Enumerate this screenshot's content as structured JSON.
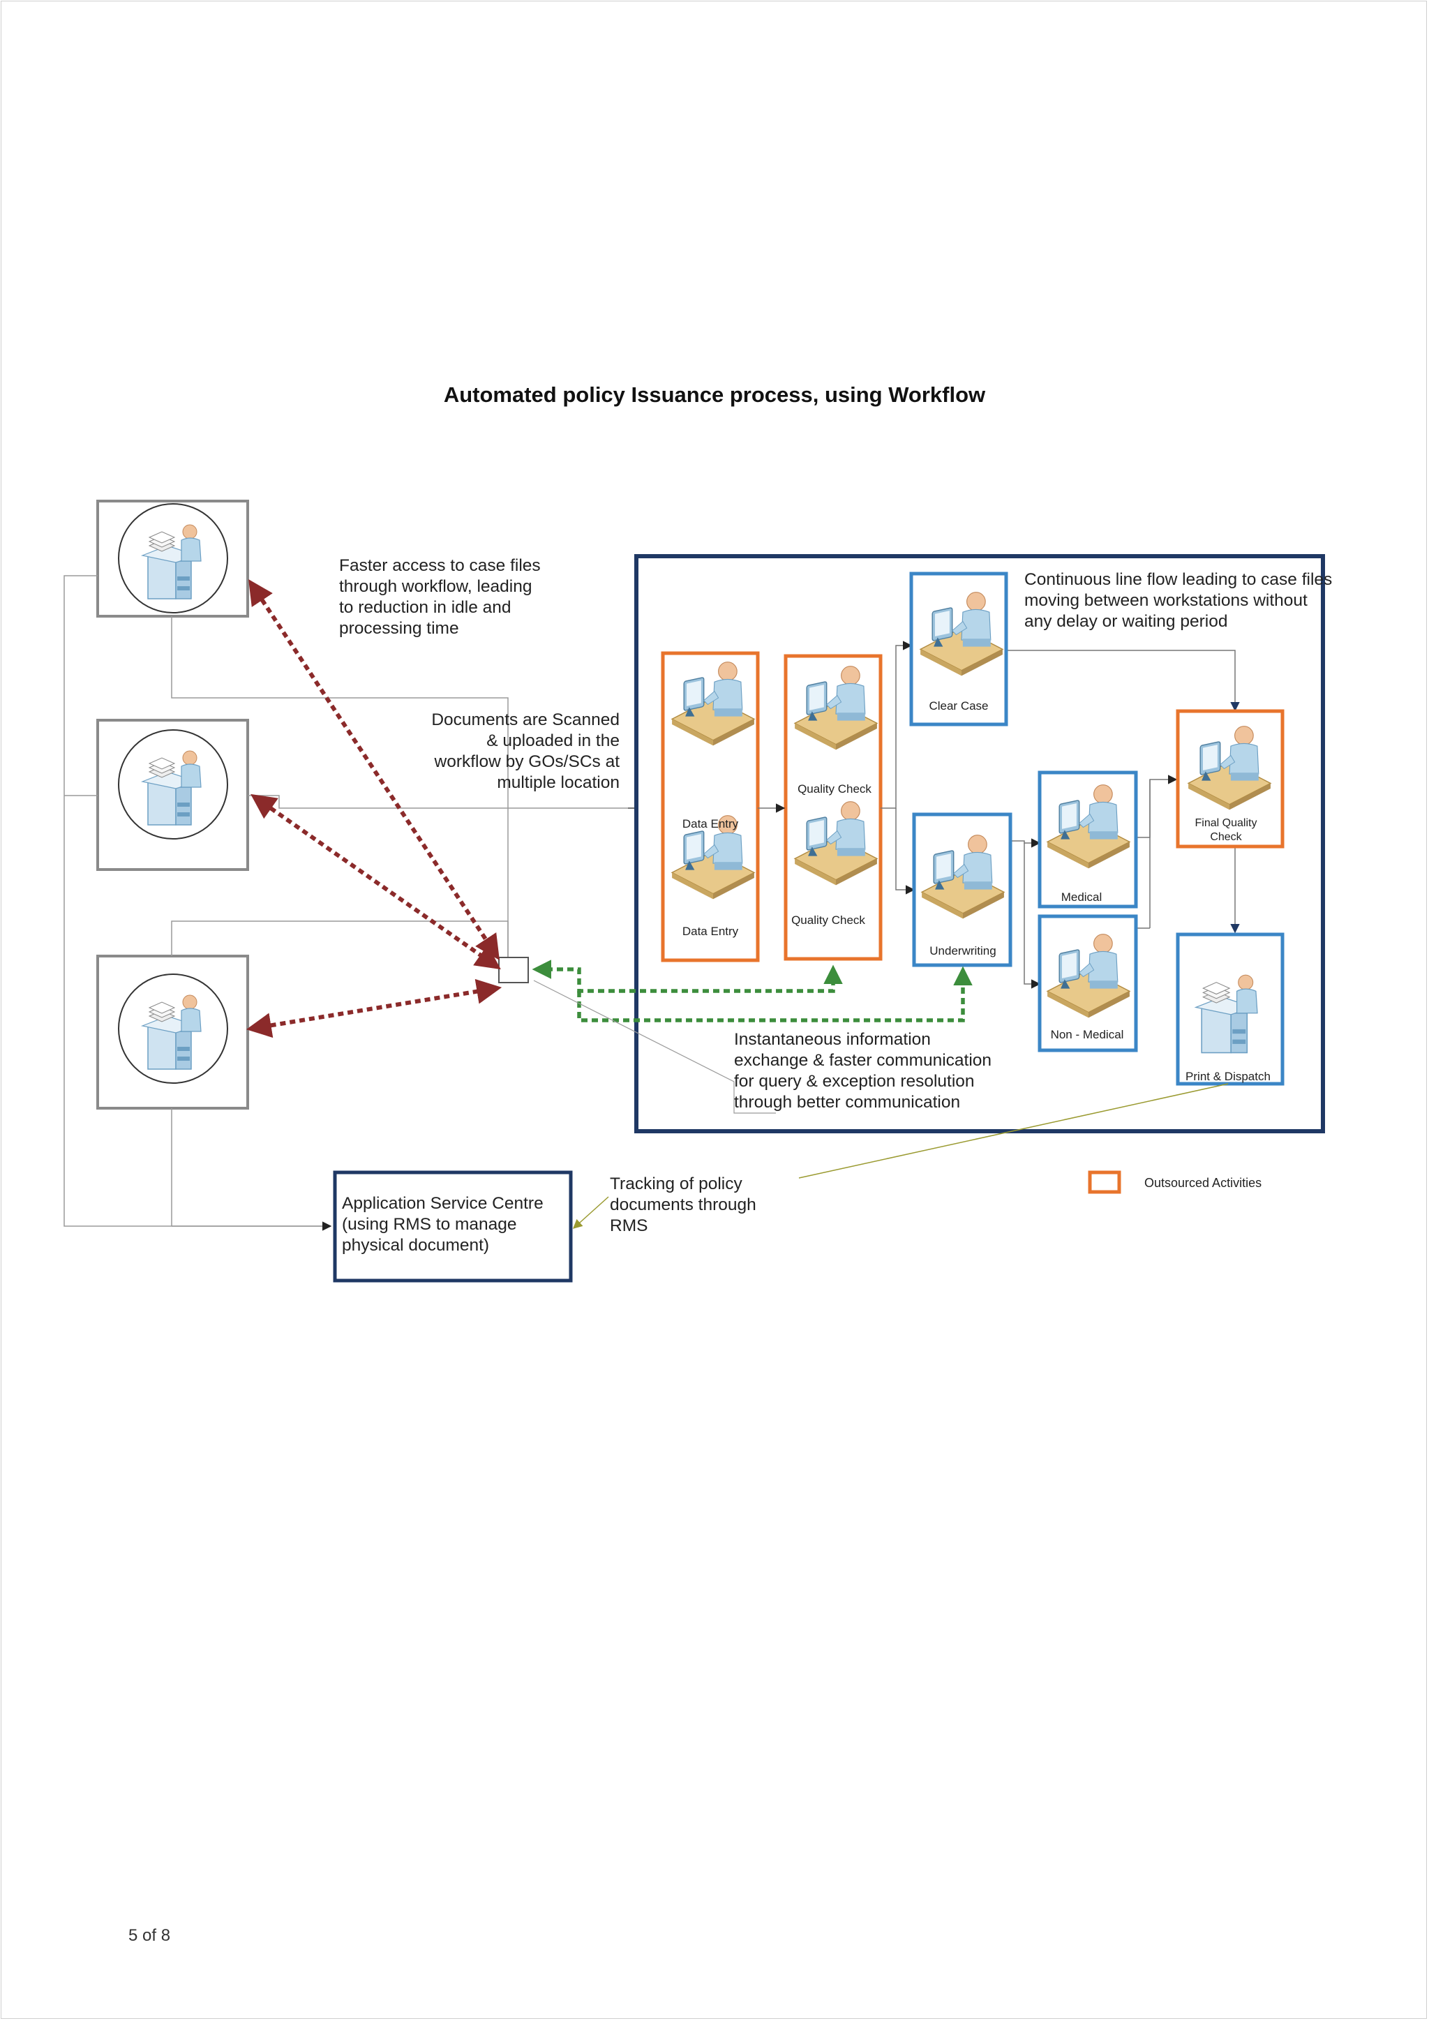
{
  "page": {
    "title": "Automated policy Issuance process, using Workflow",
    "page_number": "5 of 8"
  },
  "annotations": {
    "faster_access": [
      "Faster access to case files",
      "through workflow, leading",
      "to reduction in idle and",
      "processing time"
    ],
    "documents_scanned": [
      "Documents are Scanned",
      "& uploaded in the",
      "workflow by GOs/SCs at",
      "multiple location"
    ],
    "continuous_flow": [
      "Continuous line flow leading to case files",
      "moving  between workstations without",
      "any delay or waiting period"
    ],
    "instantaneous": [
      "Instantaneous information",
      "exchange & faster communication",
      "for query & exception resolution",
      "through better communication"
    ],
    "tracking": [
      "Tracking of policy",
      "documents through",
      "RMS"
    ]
  },
  "asc_box": [
    "Application Service Centre",
    "(using RMS to manage",
    "physical document)"
  ],
  "workstations": {
    "data_entry_1": "Data Entry",
    "data_entry_2": "Data Entry",
    "quality_check_1": "Quality Check",
    "quality_check_2": "Quality Check",
    "clear_case": "Clear Case",
    "underwriting": "Underwriting",
    "medical": "Medical",
    "non_medical": "Non - Medical",
    "final_quality_check": [
      "Final Quality",
      "Check"
    ],
    "print_dispatch": "Print & Dispatch"
  },
  "legend": {
    "label": "Outsourced Activities"
  },
  "colors": {
    "outsourced": "#e8742c",
    "inhouse": "#3b86c6",
    "frame": "#1f3864",
    "red_arrow": "#8b2a2a",
    "green_arrow": "#3c8d3c",
    "tracking_line": "#9a9a30",
    "icon_person": "#b6d6ea",
    "icon_desk": "#e8c98a"
  }
}
